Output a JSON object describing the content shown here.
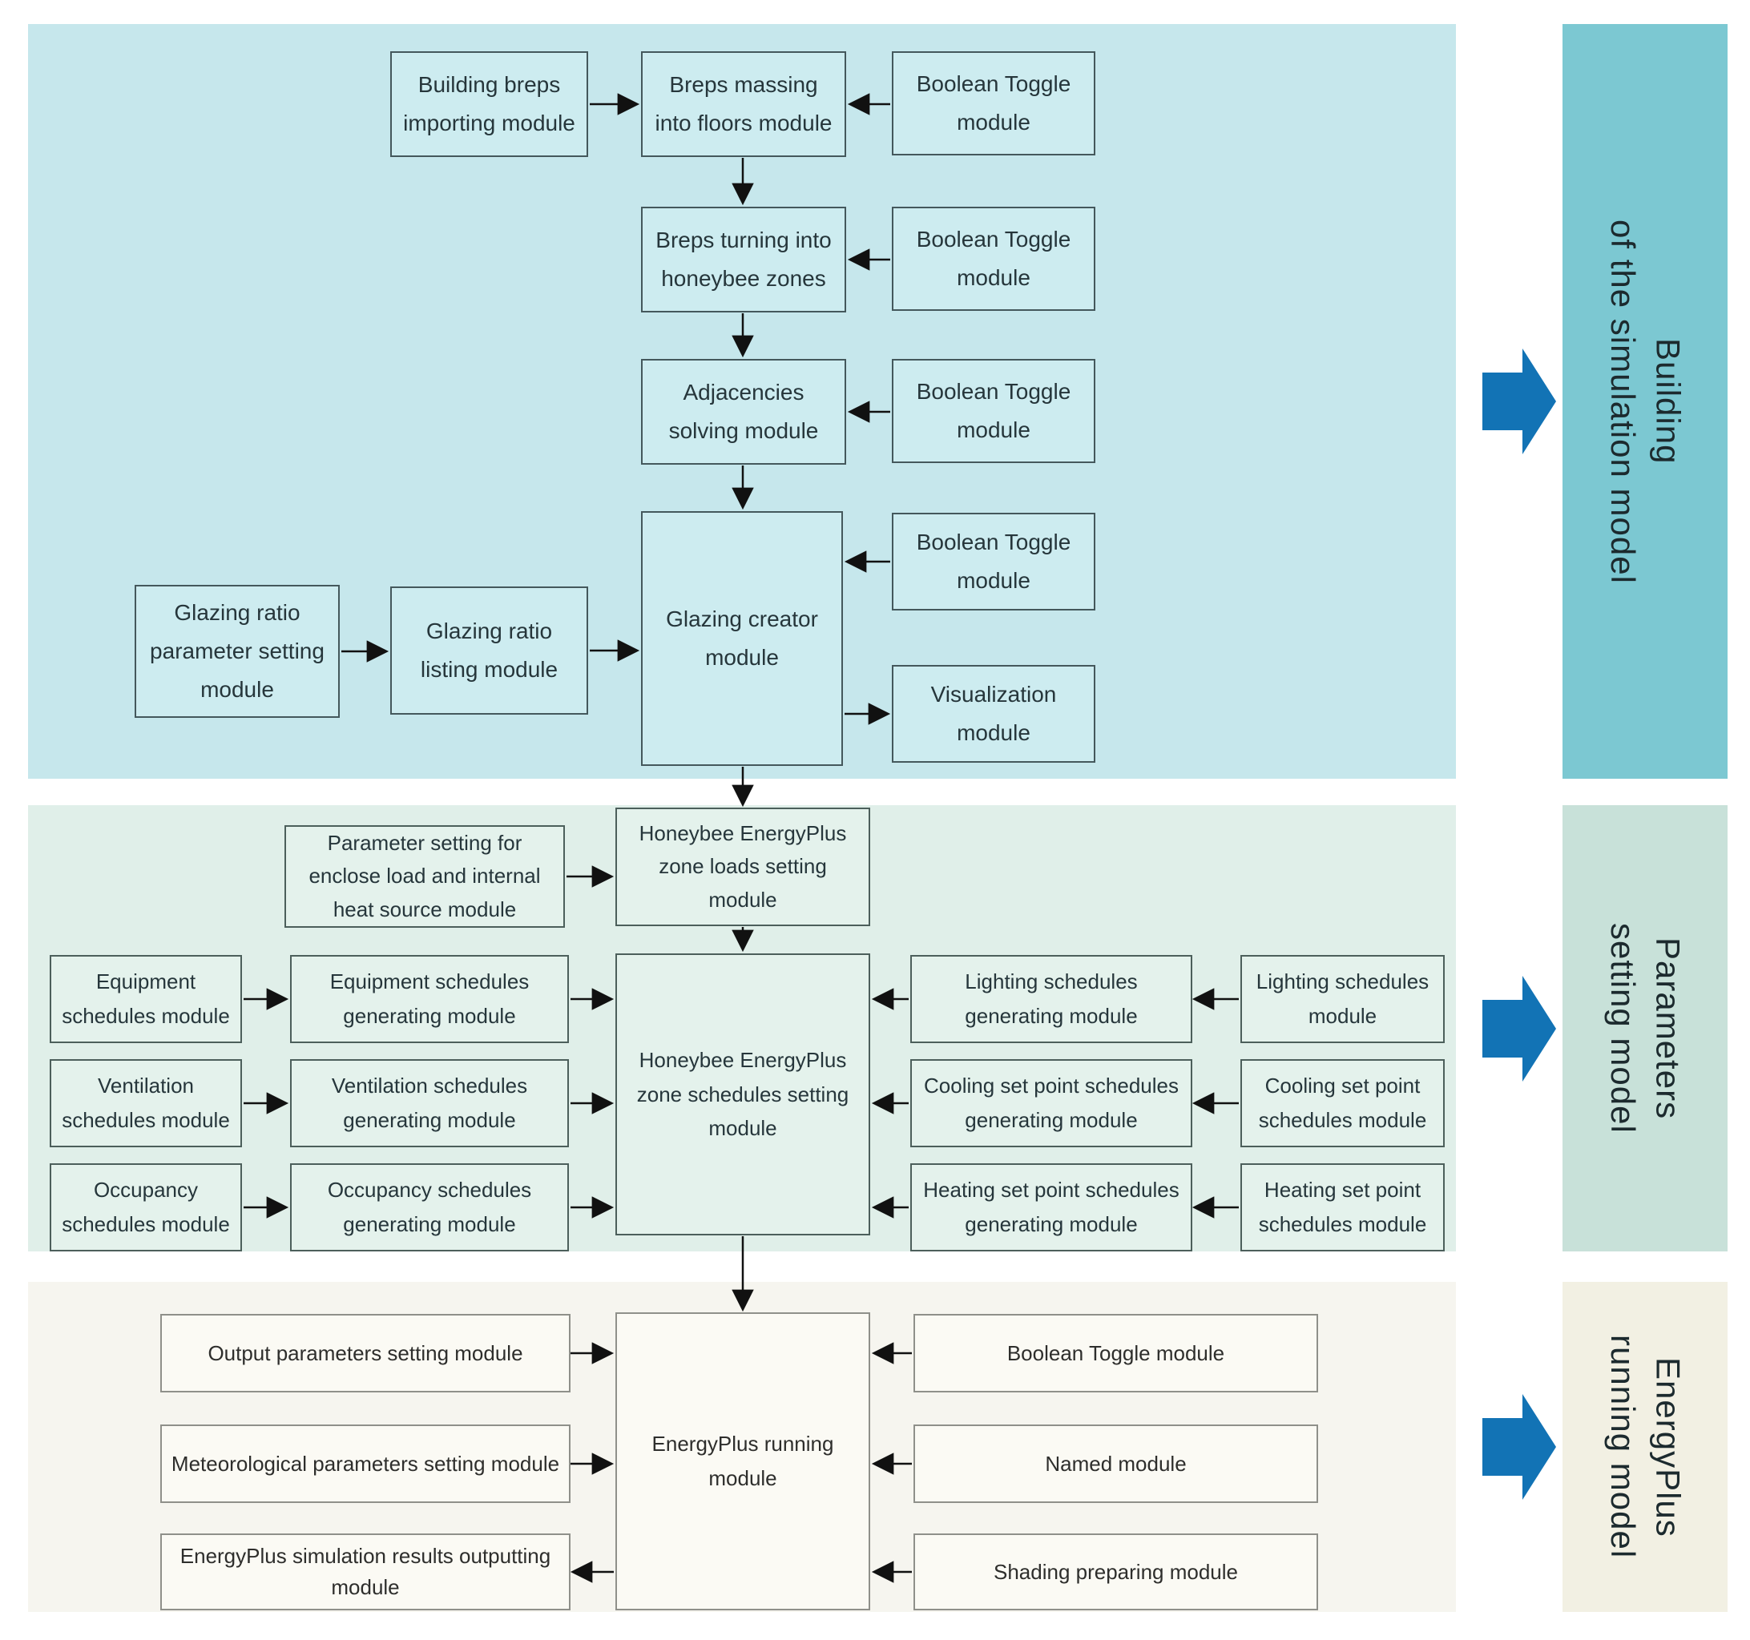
{
  "figure": {
    "type": "flow-diagram",
    "description_visible_text_only": true
  },
  "colors": {
    "building_section_bg": "#c6e7ec",
    "building_box_bg": "#cdecf0",
    "building_side_panel_bg": "#7cc8d2",
    "parameters_section_bg": "#e0efe9",
    "parameters_box_bg": "#e4f2ec",
    "parameters_side_panel_bg": "#c8e1d9",
    "energyplus_section_bg": "#f6f5ef",
    "energyplus_box_bg": "#fbfaf4",
    "energyplus_side_panel_bg": "#f2f0e3",
    "connector_color": "#111111",
    "big_arrow_blue": "#1273b5"
  },
  "building_model": {
    "side_label": {
      "line1": "Building",
      "line2": "of the simulation model"
    },
    "boxes": {
      "breps_importing": "Building breps importing module",
      "breps_massing": "Breps massing into floors module",
      "boolean_toggle_1": "Boolean Toggle module",
      "breps_turning": "Breps turning into honeybee zones",
      "boolean_toggle_2": "Boolean Toggle module",
      "adjacencies_solving": "Adjacencies solving module",
      "boolean_toggle_3": "Boolean Toggle module",
      "glazing_creator": "Glazing creator module",
      "boolean_toggle_4": "Boolean Toggle module",
      "visualization": "Visualization module",
      "glazing_ratio_parameter": "Glazing ratio parameter setting module",
      "glazing_ratio_listing": "Glazing ratio listing module"
    }
  },
  "parameters_model": {
    "side_label": {
      "line1": "Parameters",
      "line2": "setting model"
    },
    "boxes": {
      "parameter_setting_enclose": "Parameter setting for enclose load and internal heat source module",
      "zone_loads_setting": "Honeybee EnergyPlus zone loads setting module",
      "equipment_schedules": "Equipment schedules module",
      "equipment_generating": "Equipment schedules generating module",
      "ventilation_schedules": "Ventilation schedules module",
      "ventilation_generating": "Ventilation schedules generating module",
      "occupancy_schedules": "Occupancy schedules module",
      "occupancy_generating": "Occupancy schedules generating module",
      "zone_schedules_setting": "Honeybee EnergyPlus zone schedules setting module",
      "lighting_generating": "Lighting schedules generating module",
      "lighting_schedules": "Lighting schedules module",
      "cooling_generating": "Cooling set point schedules generating module",
      "cooling_schedules": "Cooling set point schedules module",
      "heating_generating": "Heating set point schedules generating module",
      "heating_schedules": "Heating set point schedules module"
    }
  },
  "energyplus_model": {
    "side_label": {
      "line1": "EnergyPlus",
      "line2": "running model"
    },
    "boxes": {
      "output_parameters": "Output parameters setting module",
      "meteorological_parameters": "Meteorological parameters setting module",
      "results_outputting": "EnergyPlus simulation results outputting module",
      "energyplus_running": "EnergyPlus running module",
      "boolean_toggle": "Boolean Toggle module",
      "named": "Named module",
      "shading_preparing": "Shading preparing module"
    }
  }
}
